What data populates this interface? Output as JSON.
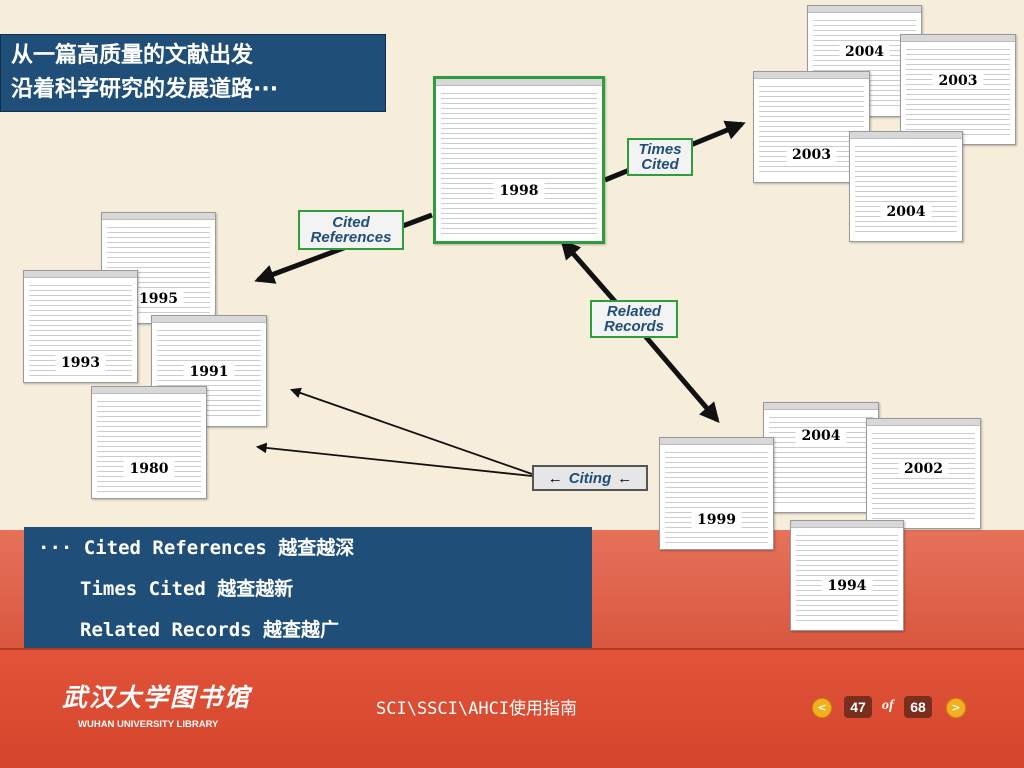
{
  "slide": {
    "title_lines": [
      "从一篇高质量的文献出发",
      "沿着科学研究的发展道路···"
    ],
    "summary": {
      "line1": "··· Cited References 越查越深",
      "line2": "Times Cited 越查越新",
      "line3": "Related Records 越查越广"
    }
  },
  "diagram": {
    "center_doc_year": "1998",
    "cited_docs": [
      "1995",
      "1993",
      "1991",
      "1980"
    ],
    "times_cited_docs": [
      "2004",
      "2003",
      "2003",
      "2004"
    ],
    "related_docs": [
      "2004",
      "2002",
      "1999",
      "1994"
    ],
    "labels": {
      "cited_line1": "Cited",
      "cited_line2": "References",
      "times_line1": "Times",
      "times_line2": "Cited",
      "related_line1": "Related",
      "related_line2": "Records",
      "citing": "Citing",
      "citing_arrow_left": "←",
      "citing_arrow_right": "←"
    },
    "colors": {
      "accent_green": "#2e9e3c",
      "title_blue": "#1f4e79",
      "arrow": "#111111"
    }
  },
  "footer": {
    "logo_cn": "武汉大学图书馆",
    "logo_en": "WUHAN UNIVERSITY LIBRARY",
    "guide_title": "SCI\\SSCI\\AHCI使用指南",
    "page_current": "47",
    "page_of": "of",
    "page_total": "68",
    "prev_icon": "chevron-left-icon",
    "next_icon": "chevron-right-icon",
    "prev_glyph": "<",
    "next_glyph": ">"
  }
}
